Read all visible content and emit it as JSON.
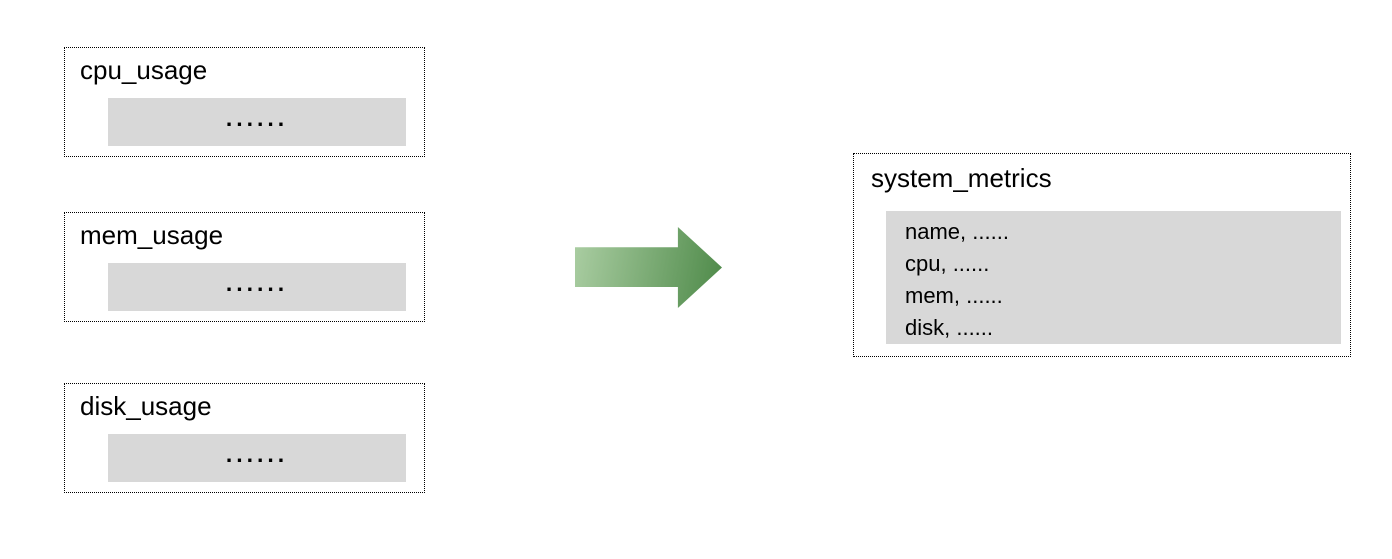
{
  "diagram": {
    "sources": [
      {
        "title": "cpu_usage",
        "placeholder": "......"
      },
      {
        "title": "mem_usage",
        "placeholder": "......"
      },
      {
        "title": "disk_usage",
        "placeholder": "......"
      }
    ],
    "arrow": {
      "direction": "right",
      "gradient_start": "#abcea3",
      "gradient_end": "#4d8948"
    },
    "target": {
      "title": "system_metrics",
      "rows": [
        "name, ......",
        "cpu, ......",
        "mem, ......",
        "disk, ......"
      ]
    }
  },
  "colors": {
    "panel_fill": "#d8d8d8",
    "border": "#000000",
    "background": "#ffffff"
  }
}
